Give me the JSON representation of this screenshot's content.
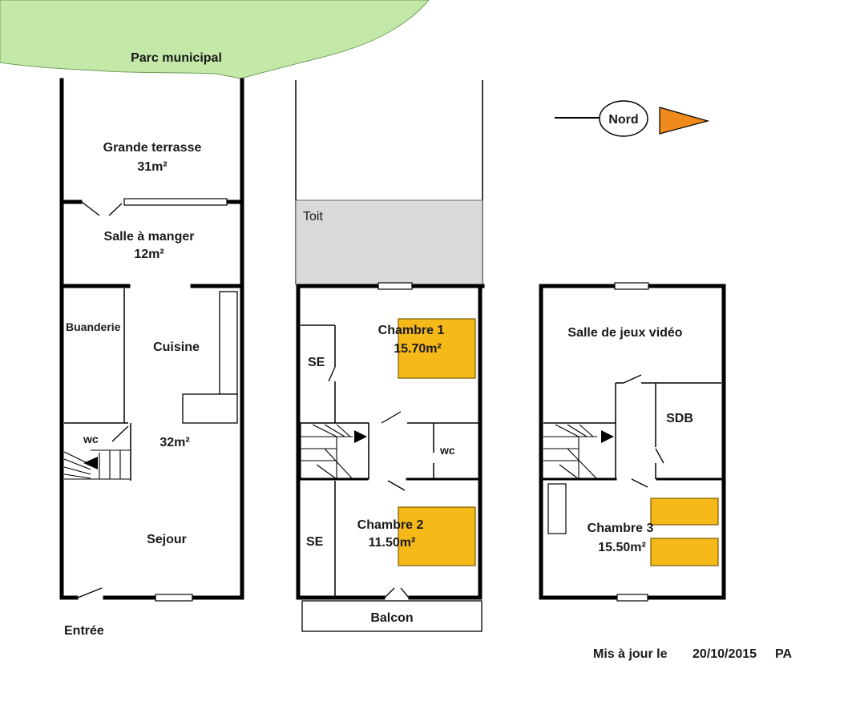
{
  "colors": {
    "park": "#c4e8a8",
    "roof": "#d9d9d9",
    "bed": "#f5b919",
    "arrow": "#f08a1c"
  },
  "park": {
    "label": "Parc municipal"
  },
  "ground_floor": {
    "terrace": {
      "name": "Grande terrasse",
      "area": "31m²"
    },
    "dining": {
      "name": "Salle à manger",
      "area": "12m²"
    },
    "laundry": {
      "name": "Buanderie"
    },
    "kitchen": {
      "name": "Cuisine"
    },
    "wc": {
      "name": "wc"
    },
    "living_area": "32m²",
    "living": {
      "name": "Sejour"
    },
    "entrance": "Entrée"
  },
  "first_floor": {
    "roof": {
      "name": "Toit"
    },
    "bedroom1": {
      "name": "Chambre 1",
      "area": "15.70m²"
    },
    "bathroom1": {
      "name": "SE"
    },
    "wc": {
      "name": "wc"
    },
    "bedroom2": {
      "name": "Chambre 2",
      "area": "11.50m²"
    },
    "bathroom2": {
      "name": "SE"
    },
    "balcony": {
      "name": "Balcon"
    }
  },
  "second_floor": {
    "game_room": {
      "name": "Salle de jeux vidéo"
    },
    "bathroom": {
      "name": "SDB"
    },
    "bedroom3": {
      "name": "Chambre 3",
      "area": "15.50m²"
    }
  },
  "compass": {
    "label": "Nord",
    "icon": "north-arrow-icon"
  },
  "footer": {
    "updated_label": "Mis à jour le",
    "date": "20/10/2015",
    "initials": "PA"
  }
}
